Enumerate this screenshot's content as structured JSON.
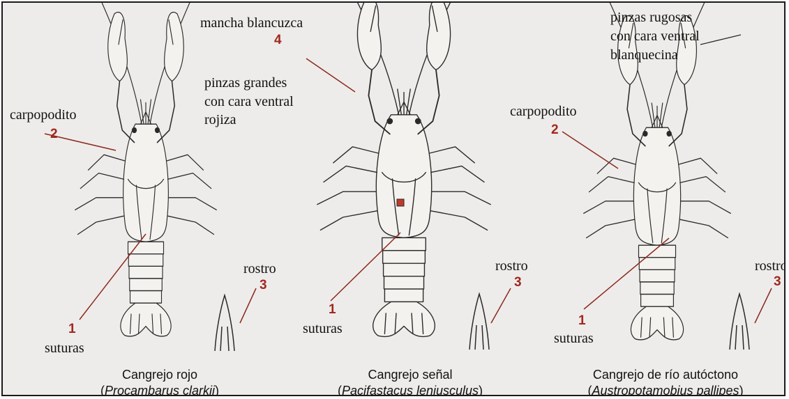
{
  "colors": {
    "background": "#eeecea",
    "border": "#1a1a1a",
    "number": "#a0281e",
    "leader": "#8b2a1e",
    "ink": "#2a2a2a"
  },
  "animals": [
    {
      "caption_name": "Cangrejo rojo",
      "caption_species": "Procambarus clarkii",
      "labels": {
        "carpopodito": "carpopodito",
        "num2": "2",
        "rostro": "rostro",
        "num3": "3",
        "num1": "1",
        "suturas": "suturas"
      }
    },
    {
      "caption_name": "Cangrejo señal",
      "caption_species": "Pacifastacus leniusculus",
      "labels": {
        "mancha": "mancha blancuzca",
        "num4": "4",
        "pinzas_1": "pinzas grandes",
        "pinzas_2": "con cara ventral",
        "pinzas_3": "rojiza",
        "rostro": "rostro",
        "num3": "3",
        "num1": "1",
        "suturas": "suturas"
      }
    },
    {
      "caption_name": "Cangrejo de río autóctono",
      "caption_species": "Austropotamobius pallipes",
      "labels": {
        "pinzas_1": "pinzas rugosas",
        "pinzas_2": "con cara ventral",
        "pinzas_3": "blanquecina",
        "carpopodito": "carpopodito",
        "num2": "2",
        "rostro": "rostro",
        "num3": "3",
        "num1": "1",
        "suturas": "suturas"
      }
    }
  ]
}
